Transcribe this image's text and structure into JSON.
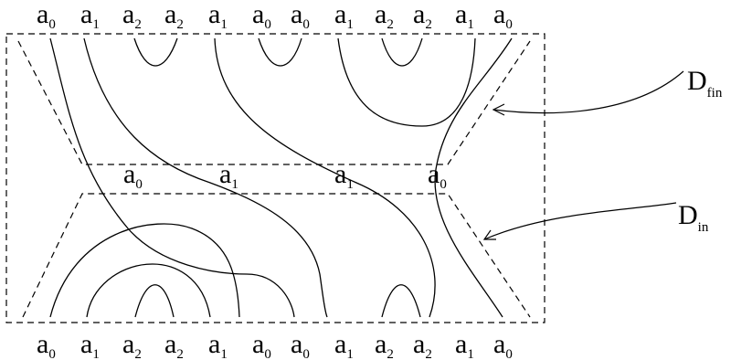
{
  "top_labels": [
    {
      "main": "a",
      "sub": "0"
    },
    {
      "main": "a",
      "sub": "1"
    },
    {
      "main": "a",
      "sub": "2"
    },
    {
      "main": "a",
      "sub": "2"
    },
    {
      "main": "a",
      "sub": "1"
    },
    {
      "main": "a",
      "sub": "0"
    },
    {
      "main": "a",
      "sub": "0"
    },
    {
      "main": "a",
      "sub": "1"
    },
    {
      "main": "a",
      "sub": "2"
    },
    {
      "main": "a",
      "sub": "2"
    },
    {
      "main": "a",
      "sub": "1"
    },
    {
      "main": "a",
      "sub": "0"
    }
  ],
  "bottom_labels": [
    {
      "main": "a",
      "sub": "0"
    },
    {
      "main": "a",
      "sub": "1"
    },
    {
      "main": "a",
      "sub": "2"
    },
    {
      "main": "a",
      "sub": "2"
    },
    {
      "main": "a",
      "sub": "1"
    },
    {
      "main": "a",
      "sub": "0"
    },
    {
      "main": "a",
      "sub": "0"
    },
    {
      "main": "a",
      "sub": "1"
    },
    {
      "main": "a",
      "sub": "2"
    },
    {
      "main": "a",
      "sub": "2"
    },
    {
      "main": "a",
      "sub": "1"
    },
    {
      "main": "a",
      "sub": "0"
    }
  ],
  "middle_labels": [
    {
      "main": "a",
      "sub": "0"
    },
    {
      "main": "a",
      "sub": "1"
    },
    {
      "main": "a",
      "sub": "1"
    },
    {
      "main": "a",
      "sub": "0"
    }
  ],
  "region_labels": {
    "fin": {
      "main": "D",
      "sub": "fin"
    },
    "in": {
      "main": "D",
      "sub": "in"
    }
  }
}
